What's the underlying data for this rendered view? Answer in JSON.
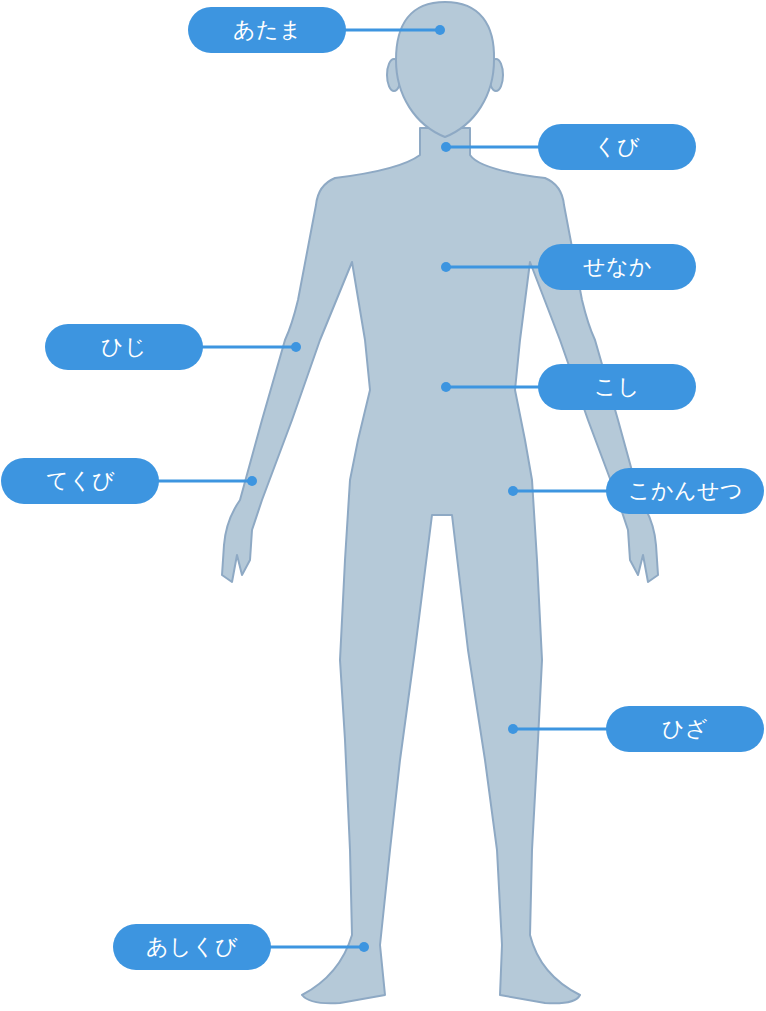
{
  "diagram": {
    "nodes": [
      {
        "text": [
          "あたま"
        ]
      },
      {
        "text": [
          "くび"
        ]
      },
      {
        "text": [
          "せなか"
        ]
      },
      {
        "text": [
          "ひじ"
        ]
      },
      {
        "text": [
          "こし"
        ]
      },
      {
        "text": [
          "てくび"
        ]
      },
      {
        "text": [
          "こかんせつ"
        ]
      },
      {
        "text": [
          "ひざ"
        ]
      },
      {
        "text": [
          "あしくび"
        ]
      }
    ]
  }
}
